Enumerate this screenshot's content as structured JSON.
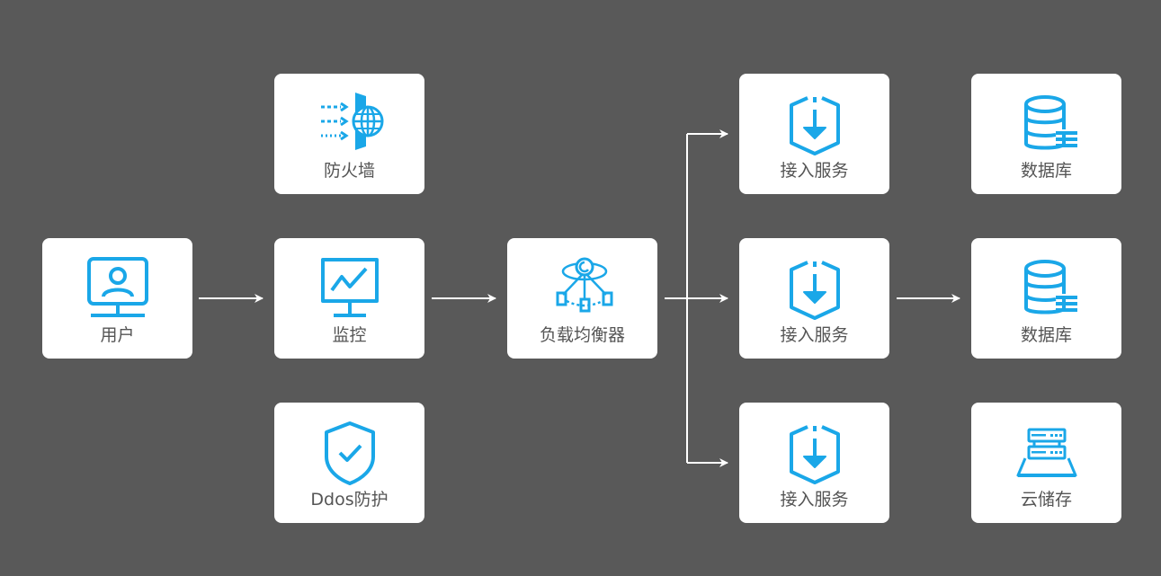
{
  "nodes": {
    "user": {
      "label": "用户",
      "icon": "monitor-user-icon"
    },
    "firewall": {
      "label": "防火墙",
      "icon": "firewall-globe-icon"
    },
    "monitor": {
      "label": "监控",
      "icon": "monitor-chart-icon"
    },
    "ddos": {
      "label": "Ddos防护",
      "icon": "shield-check-icon"
    },
    "lb": {
      "label": "负载均衡器",
      "icon": "load-balancer-icon"
    },
    "access1": {
      "label": "接入服务",
      "icon": "download-shield-icon"
    },
    "access2": {
      "label": "接入服务",
      "icon": "download-shield-icon"
    },
    "access3": {
      "label": "接入服务",
      "icon": "download-shield-icon"
    },
    "db1": {
      "label": "数据库",
      "icon": "database-icon"
    },
    "db2": {
      "label": "数据库",
      "icon": "database-icon"
    },
    "storage": {
      "label": "云储存",
      "icon": "cloud-storage-server-icon"
    }
  },
  "colors": {
    "background": "#595959",
    "card": "#ffffff",
    "icon": "#1aa7e8",
    "text": "#555555",
    "arrow": "#ffffff"
  }
}
